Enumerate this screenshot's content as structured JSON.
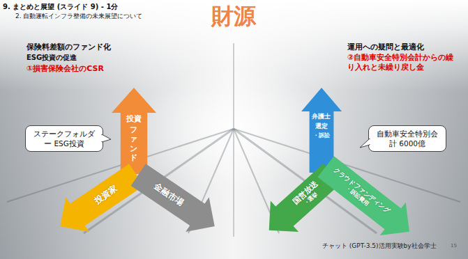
{
  "diagram": {
    "title": "財源",
    "nodes": [
      {
        "text": [
          "ステークフォルダー ESG投資"
        ]
      },
      {
        "text": [
          "投資",
          "ファンド"
        ]
      },
      {
        "text": [
          "投資家"
        ]
      },
      {
        "text": [
          "金融市場"
        ]
      },
      {
        "text": [
          "弁護士",
          "選定",
          "・訴訟"
        ]
      },
      {
        "text": [
          "自動車安全特別会計 6000億"
        ]
      },
      {
        "text": [
          "国営放送",
          "・選挙"
        ]
      },
      {
        "text": [
          "クラウドファンディング",
          "・訴訟費用"
        ]
      }
    ],
    "labels": [
      "9. まとめと展望 (スライド 9) - 1分",
      "2. 自動運転インフラ整備の未来展望について",
      "保険料差額のファンド化",
      "ESG投資の促進",
      "①損害保険会社のCSR",
      "運用への疑問と最適化",
      "②自動車安全特別会計からの繰り入れと未繰り戻し金",
      "チャット (GPT-3.5)活用実験by社会学士",
      "15"
    ]
  }
}
